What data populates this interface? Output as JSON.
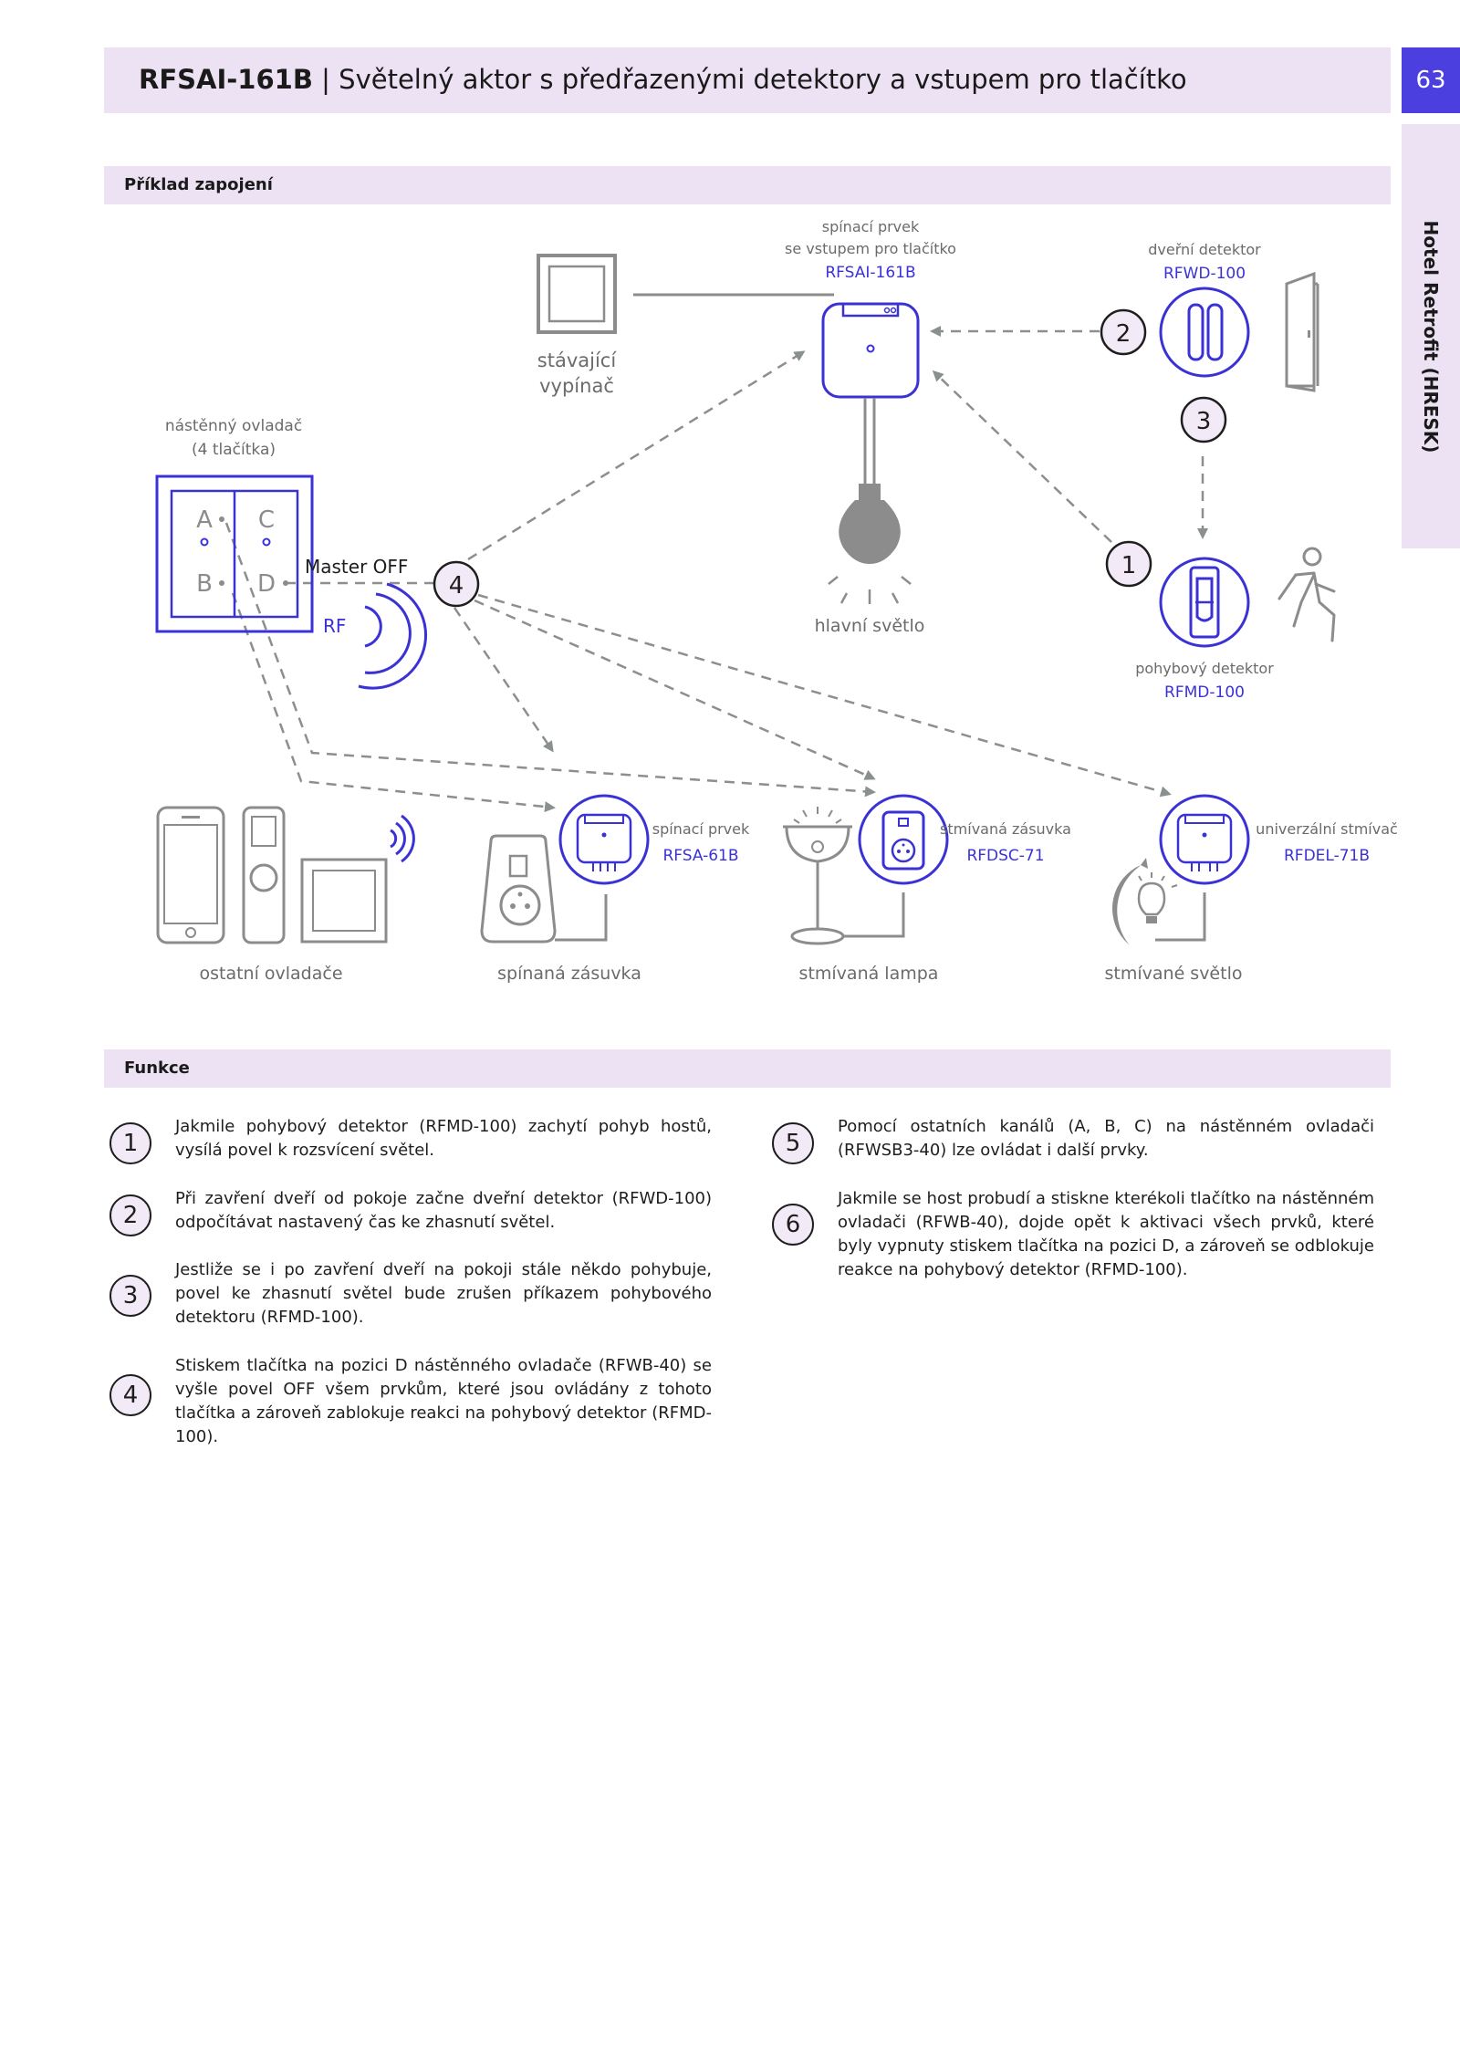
{
  "header": {
    "product_code": "RFSAI-161B",
    "separator": " | ",
    "title": "Světelný aktor s předřazenými detektory a vstupem pro tlačítko",
    "page_number": "63"
  },
  "side_tab": {
    "label": "Hotel Retrofit (HRESK)"
  },
  "sections": {
    "example": "Příklad zapojení",
    "functions": "Funkce"
  },
  "diagram": {
    "existing_switch": {
      "line1": "stávající",
      "line2": "vypínač"
    },
    "main_actor": {
      "line1": "spínací prvek",
      "line2": "se vstupem pro tlačítko",
      "model": "RFSAI-161B"
    },
    "door_detector": {
      "label": "dveřní detektor",
      "model": "RFWD-100"
    },
    "wall_controller": {
      "line1": "nástěnný ovladač",
      "line2": "(4 tlačítka)",
      "btn_a": "A",
      "btn_b": "B",
      "btn_c": "C",
      "btn_d": "D"
    },
    "master_off": "Master OFF",
    "rf": "RF",
    "main_light": "hlavní světlo",
    "motion_detector": {
      "label": "pohybový detektor",
      "model": "RFMD-100"
    },
    "markers": {
      "m1": "1",
      "m2": "2",
      "m3": "3",
      "m4": "4"
    },
    "switch_element": {
      "label": "spínací prvek",
      "model": "RFSA-61B"
    },
    "dim_socket": {
      "label": "stmívaná zásuvka",
      "model": "RFDSC-71"
    },
    "universal_dimmer": {
      "label": "univerzální stmívač",
      "model": "RFDEL-71B"
    },
    "bottom_labels": {
      "other_controls": "ostatní ovladače",
      "switched_socket": "spínaná zásuvka",
      "dimmed_lamp": "stmívaná lampa",
      "dimmed_light": "stmívané světlo"
    },
    "colors": {
      "accent_blue": "#3b32d6",
      "arrow_gray": "#8a8f8f",
      "device_gray": "#8c8c8c"
    }
  },
  "functions": [
    {
      "num": "1",
      "text": "Jakmile pohybový detektor (RFMD-100) zachytí pohyb hostů, vysílá povel k rozsvícení světel."
    },
    {
      "num": "2",
      "text": "Při zavření dveří od pokoje začne dveřní detektor (RFWD-100) odpočítávat nastavený čas ke zhasnutí světel."
    },
    {
      "num": "3",
      "text": "Jestliže se i po zavření dveří na pokoji stále někdo pohybuje, povel ke zhasnutí světel bude zrušen příkazem pohybového detektoru (RFMD-100)."
    },
    {
      "num": "4",
      "text": "Stiskem tlačítka na pozici D nástěnného ovladače (RFWB-40) se vyšle povel OFF všem prvkům, které jsou ovládány z toho­to tlačítka a zároveň zablokuje reakci na pohybový detektor (RFMD-100)."
    },
    {
      "num": "5",
      "text": "Pomocí ostatních kanálů (A, B, C) na nástěnném ovladači (RFWSB3-40) lze ovládat i další prvky."
    },
    {
      "num": "6",
      "text": "Jakmile se host probudí a stiskne kterékoli tlačítko na nástěnném ovladači (RFWB-40), dojde opět k aktivaci všech prvků, které byly vypnuty stiskem tlačítka na pozici D, a zároveň se odblokuje reak­ce na pohybový detektor (RFMD-100)."
    }
  ]
}
